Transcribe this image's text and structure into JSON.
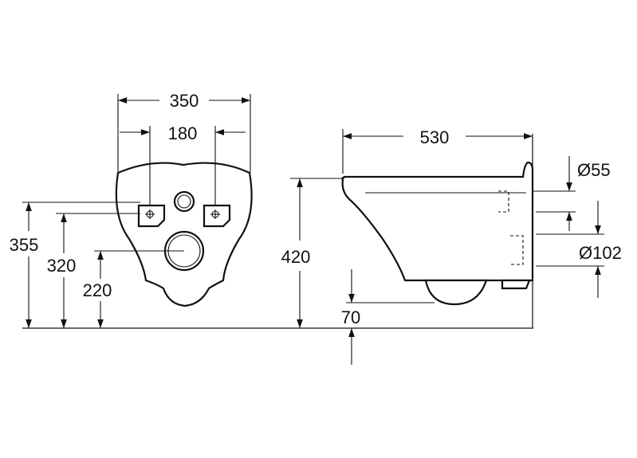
{
  "front_view": {
    "width_total": "350",
    "width_bolts": "180",
    "height_bolt": "355",
    "height_water": "320",
    "height_drain": "220"
  },
  "side_view": {
    "depth": "530",
    "height": "420",
    "drain_offset": "70",
    "inlet_diameter": "Ø55",
    "outlet_diameter": "Ø102"
  }
}
